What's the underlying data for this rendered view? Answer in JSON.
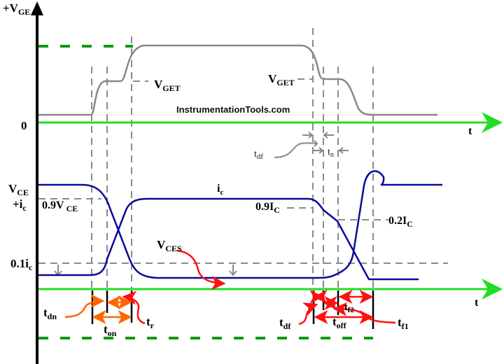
{
  "watermark": "InstrumentationTools.com",
  "colors": {
    "axis": "#000000",
    "time_axis": "#22dd22",
    "level_dash": "#119911",
    "gate_wave": "#888888",
    "guide_dash": "#8a8a8a",
    "power_wave": "#0a0a9a",
    "on_arrows": "#ff6600",
    "off_arrows": "#ff1111"
  },
  "gate_plot": {
    "y_label": {
      "main": "+V",
      "sub": "GE"
    },
    "zero_label": "0",
    "t_label": "t",
    "vget_left": {
      "main": "V",
      "sub": "GET"
    },
    "vget_right": {
      "main": "V",
      "sub": "GET"
    },
    "tdf_label": {
      "main": "t",
      "sub": "df"
    },
    "tn_label": {
      "main": "t",
      "sub": "n"
    }
  },
  "power_plot": {
    "y_label_line1": {
      "main": "V",
      "sub": "CE"
    },
    "y_label_line2": {
      "main": "+i",
      "sub": "c"
    },
    "vce_90": {
      "main": "0.9V",
      "sub": " CE"
    },
    "ic_10": {
      "main": "0.1i",
      "sub": "c"
    },
    "ic_label": {
      "main": "i",
      "sub": "c"
    },
    "vces_label": {
      "main": "V",
      "sub": "CES"
    },
    "ic_90": {
      "main": "0.9I",
      "sub": "C"
    },
    "ic_20": {
      "main": "0.2I",
      "sub": "C"
    },
    "t_label": "t"
  },
  "timing": {
    "tdn": {
      "main": "t",
      "sub": "dn"
    },
    "ton": {
      "main": "t",
      "sub": "on"
    },
    "tr": {
      "main": "t",
      "sub": "r"
    },
    "tdf": {
      "main": "t",
      "sub": "df"
    },
    "toff": {
      "main": "t",
      "sub": "off"
    },
    "tf2": {
      "main": "t",
      "sub": "f2"
    },
    "tf1": {
      "main": "t",
      "sub": "f1"
    }
  }
}
